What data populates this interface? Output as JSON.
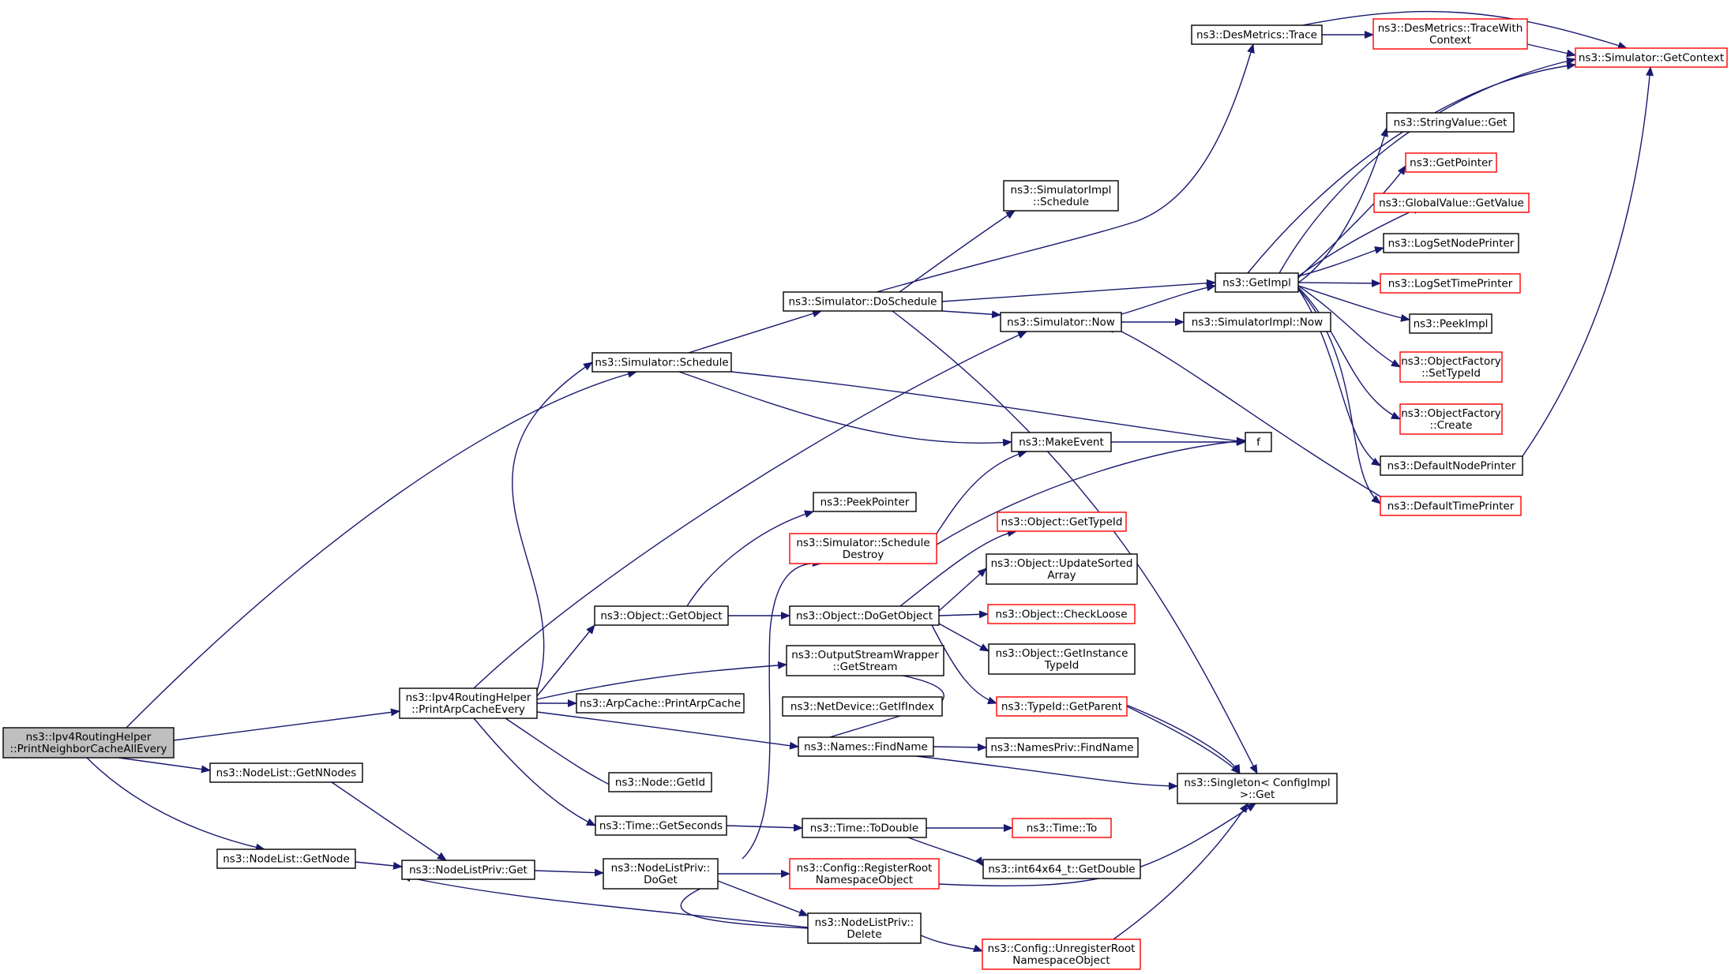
{
  "colors": {
    "edge": "#191970",
    "arrowhead": "#191970",
    "node_fill": "#ffffff",
    "node_border_black": "#000000",
    "node_border_red": "#ff0000",
    "node_fill_selected": "#bfbfbf",
    "text": "#000000"
  },
  "nodes": [
    {
      "id": "root",
      "lines": [
        "ns3::Ipv4RoutingHelper",
        "::PrintNeighborCacheAllEvery"
      ],
      "border": "black",
      "fill": "selected"
    },
    {
      "id": "printArp",
      "lines": [
        "ns3::Ipv4RoutingHelper",
        "::PrintArpCacheEvery"
      ],
      "border": "black"
    },
    {
      "id": "nlGetNNodes",
      "lines": [
        "ns3::NodeList::GetNNodes"
      ],
      "border": "black"
    },
    {
      "id": "nlGetNode",
      "lines": [
        "ns3::NodeList::GetNode"
      ],
      "border": "black"
    },
    {
      "id": "simSchedule",
      "lines": [
        "ns3::Simulator::Schedule"
      ],
      "border": "black"
    },
    {
      "id": "nlpGet",
      "lines": [
        "ns3::NodeListPriv::Get"
      ],
      "border": "black"
    },
    {
      "id": "objGetObject",
      "lines": [
        "ns3::Object::GetObject"
      ],
      "border": "black"
    },
    {
      "id": "arpPrint",
      "lines": [
        "ns3::ArpCache::PrintArpCache"
      ],
      "border": "black"
    },
    {
      "id": "nodeGetId",
      "lines": [
        "ns3::Node::GetId"
      ],
      "border": "black"
    },
    {
      "id": "timeGetSeconds",
      "lines": [
        "ns3::Time::GetSeconds"
      ],
      "border": "black"
    },
    {
      "id": "nlpDoGet",
      "lines": [
        "ns3::NodeListPriv::",
        "DoGet"
      ],
      "border": "black"
    },
    {
      "id": "simDoSchedule",
      "lines": [
        "ns3::Simulator::DoSchedule"
      ],
      "border": "black"
    },
    {
      "id": "peekPointer",
      "lines": [
        "ns3::PeekPointer"
      ],
      "border": "black"
    },
    {
      "id": "simScheduleDestroy",
      "lines": [
        "ns3::Simulator::Schedule",
        "Destroy"
      ],
      "border": "red"
    },
    {
      "id": "objDoGetObject",
      "lines": [
        "ns3::Object::DoGetObject"
      ],
      "border": "black"
    },
    {
      "id": "oswGetStream",
      "lines": [
        "ns3::OutputStreamWrapper",
        "::GetStream"
      ],
      "border": "black"
    },
    {
      "id": "netDevGetIf",
      "lines": [
        "ns3::NetDevice::GetIfIndex"
      ],
      "border": "black"
    },
    {
      "id": "namesFindName",
      "lines": [
        "ns3::Names::FindName"
      ],
      "border": "black"
    },
    {
      "id": "timeToDouble",
      "lines": [
        "ns3::Time::ToDouble"
      ],
      "border": "black"
    },
    {
      "id": "cfgRegister",
      "lines": [
        "ns3::Config::RegisterRoot",
        "NamespaceObject"
      ],
      "border": "red"
    },
    {
      "id": "nlpDelete",
      "lines": [
        "ns3::NodeListPriv::",
        "Delete"
      ],
      "border": "black"
    },
    {
      "id": "simImplSchedule",
      "lines": [
        "ns3::SimulatorImpl",
        "::Schedule"
      ],
      "border": "black"
    },
    {
      "id": "simNow",
      "lines": [
        "ns3::Simulator::Now"
      ],
      "border": "black"
    },
    {
      "id": "makeEvent",
      "lines": [
        "ns3::MakeEvent"
      ],
      "border": "black"
    },
    {
      "id": "objGetTypeId",
      "lines": [
        "ns3::Object::GetTypeId"
      ],
      "border": "red"
    },
    {
      "id": "objUpdateSorted",
      "lines": [
        "ns3::Object::UpdateSorted",
        "Array"
      ],
      "border": "black"
    },
    {
      "id": "objCheckLoose",
      "lines": [
        "ns3::Object::CheckLoose"
      ],
      "border": "red"
    },
    {
      "id": "objGetInstance",
      "lines": [
        "ns3::Object::GetInstance",
        "TypeId"
      ],
      "border": "black"
    },
    {
      "id": "typeIdGetParent",
      "lines": [
        "ns3::TypeId::GetParent"
      ],
      "border": "red"
    },
    {
      "id": "namesPrivFind",
      "lines": [
        "ns3::NamesPriv::FindName"
      ],
      "border": "black"
    },
    {
      "id": "timeTo",
      "lines": [
        "ns3::Time::To"
      ],
      "border": "red"
    },
    {
      "id": "int64GetDouble",
      "lines": [
        "ns3::int64x64_t::GetDouble"
      ],
      "border": "black"
    },
    {
      "id": "cfgUnregister",
      "lines": [
        "ns3::Config::UnregisterRoot",
        "NamespaceObject"
      ],
      "border": "red"
    },
    {
      "id": "desTrace",
      "lines": [
        "ns3::DesMetrics::Trace"
      ],
      "border": "black"
    },
    {
      "id": "getImpl",
      "lines": [
        "ns3::GetImpl"
      ],
      "border": "black"
    },
    {
      "id": "simImplNow",
      "lines": [
        "ns3::SimulatorImpl::Now"
      ],
      "border": "black"
    },
    {
      "id": "f",
      "lines": [
        "f"
      ],
      "border": "black"
    },
    {
      "id": "singletonGet",
      "lines": [
        "ns3::Singleton< ConfigImpl",
        " >::Get"
      ],
      "border": "black"
    },
    {
      "id": "desTraceWith",
      "lines": [
        "ns3::DesMetrics::TraceWith",
        "Context"
      ],
      "border": "red"
    },
    {
      "id": "simGetContext",
      "lines": [
        "ns3::Simulator::GetContext"
      ],
      "border": "red"
    },
    {
      "id": "strValGet",
      "lines": [
        "ns3::StringValue::Get"
      ],
      "border": "black"
    },
    {
      "id": "getPointer",
      "lines": [
        "ns3::GetPointer"
      ],
      "border": "red"
    },
    {
      "id": "globalGetValue",
      "lines": [
        "ns3::GlobalValue::GetValue"
      ],
      "border": "red"
    },
    {
      "id": "logSetNode",
      "lines": [
        "ns3::LogSetNodePrinter"
      ],
      "border": "black"
    },
    {
      "id": "logSetTime",
      "lines": [
        "ns3::LogSetTimePrinter"
      ],
      "border": "red"
    },
    {
      "id": "peekImpl",
      "lines": [
        "ns3::PeekImpl"
      ],
      "border": "black"
    },
    {
      "id": "ofSetTypeId",
      "lines": [
        "ns3::ObjectFactory",
        "::SetTypeId"
      ],
      "border": "red"
    },
    {
      "id": "ofCreate",
      "lines": [
        "ns3::ObjectFactory",
        "::Create"
      ],
      "border": "red"
    },
    {
      "id": "defNodePrinter",
      "lines": [
        "ns3::DefaultNodePrinter"
      ],
      "border": "black"
    },
    {
      "id": "defTimePrinter",
      "lines": [
        "ns3::DefaultTimePrinter"
      ],
      "border": "red"
    }
  ]
}
